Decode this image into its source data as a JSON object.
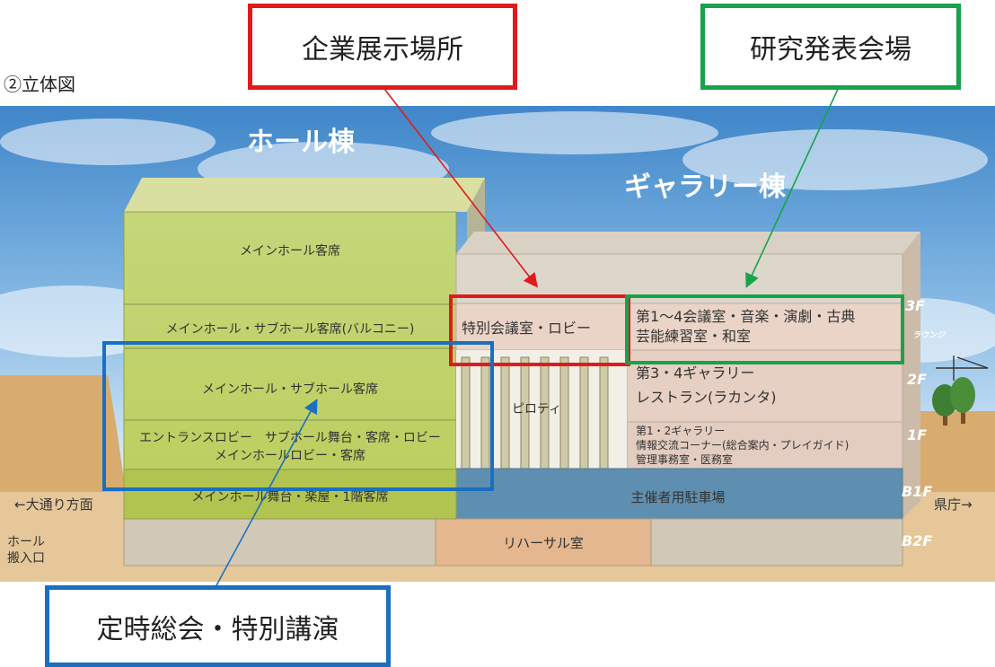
{
  "heading": "②立体図",
  "callouts": {
    "exhibit": "企業展示場所",
    "research": "研究発表会場",
    "general": "定時総会・特別講演"
  },
  "buildings": {
    "hall": "ホール棟",
    "gallery": "ギャラリー棟"
  },
  "hall_rooms": {
    "seats_top": "メインホール客席",
    "balcony": "メインホール・サブホール客席(バルコニー)",
    "main_sub_seats": "メインホール・サブホール客席",
    "entrance_line1": "エントランスロビー　サブホール舞台・客席・ロビー",
    "entrance_line2": "メインホールロビー・客席",
    "stage": "メインホール舞台・楽屋・1階客席"
  },
  "gallery_rooms": {
    "special": "特別会議室・ロビー",
    "conf_line1": "第1～4会議室・音楽・演劇・古典",
    "conf_line2": "芸能練習室・和室",
    "gallery34_line1": "第3・4ギャラリー",
    "gallery34_line2": "レストラン(ラカンタ)",
    "gallery12_line1": "第1・2ギャラリー",
    "gallery12_line2": "情報交流コーナー(総合案内・プレイガイド)",
    "gallery12_line3": "管理事務室・医務室",
    "piloti": "ピロティ",
    "parking": "主催者用駐車場",
    "rehearsal": "リハーサル室"
  },
  "floors": [
    "3F",
    "2F",
    "1F",
    "B1F",
    "B2F"
  ],
  "side_label_3f": "ラウンジ",
  "directions": {
    "left": "←大通り方面",
    "right": "県庁→",
    "loading_line1": "ホール",
    "loading_line2": "搬入口"
  },
  "colors": {
    "red": "#e01b1b",
    "green": "#17a34a",
    "blue": "#1a6fc0"
  }
}
